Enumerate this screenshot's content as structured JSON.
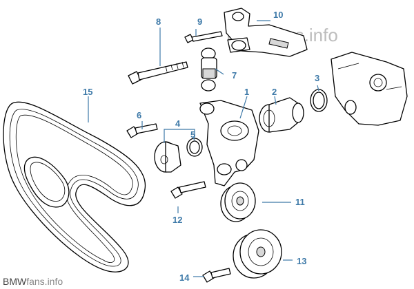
{
  "diagram": {
    "callouts": [
      {
        "id": "1",
        "label": "1"
      },
      {
        "id": "2",
        "label": "2"
      },
      {
        "id": "3",
        "label": "3"
      },
      {
        "id": "4",
        "label": "4"
      },
      {
        "id": "5",
        "label": "5"
      },
      {
        "id": "6",
        "label": "6"
      },
      {
        "id": "7",
        "label": "7"
      },
      {
        "id": "8",
        "label": "8"
      },
      {
        "id": "9",
        "label": "9"
      },
      {
        "id": "10",
        "label": "10"
      },
      {
        "id": "11",
        "label": "11"
      },
      {
        "id": "12",
        "label": "12"
      },
      {
        "id": "13",
        "label": "13"
      },
      {
        "id": "14",
        "label": "14"
      },
      {
        "id": "15",
        "label": "15"
      }
    ],
    "watermark_text": "BMWfans.info",
    "brand_text_left": "BMW",
    "brand_text_right": "fans.info"
  },
  "colors": {
    "callout": "#3d79a8",
    "watermark": "#bdbdbd"
  }
}
